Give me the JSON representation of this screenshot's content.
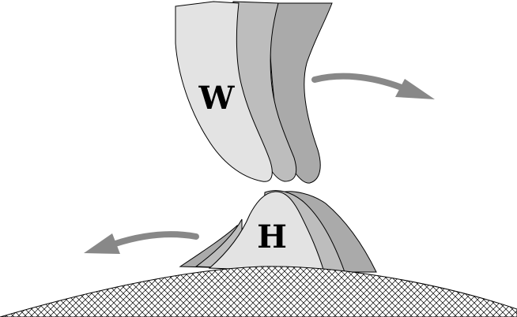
{
  "labels": {
    "upper": "W",
    "lower": "H"
  },
  "colors": {
    "light": "#e3e3e3",
    "mid": "#bdbdbd",
    "dark": "#aaaaaa",
    "arrow": "#888888",
    "stroke": "#000000",
    "ground_hatch": "#000000",
    "ground_fill": "#ffffff"
  },
  "icons": {
    "right_arrow": "curved-arrow-right",
    "left_arrow": "curved-arrow-left",
    "ground": "cross-hatched-ground"
  }
}
